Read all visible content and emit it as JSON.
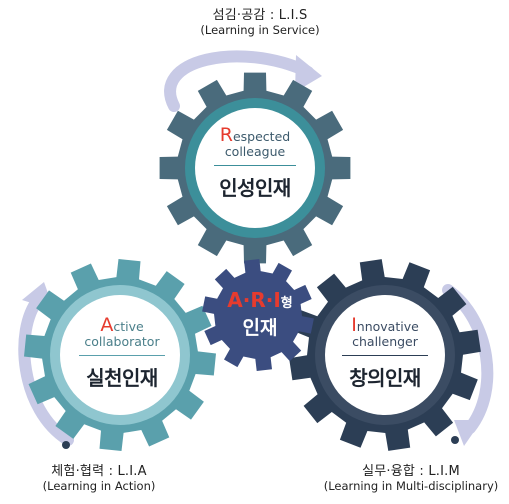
{
  "center": {
    "ari": "A·R·I",
    "hyeong": "형",
    "label": "인재"
  },
  "gears": [
    {
      "key": "respected",
      "cap": "R",
      "line1_rest": "espected",
      "line2": "colleague",
      "korean": "인성인재",
      "top_label": "섬김·공감 : L.I.S",
      "sub_label": "(Learning in Service)"
    },
    {
      "key": "active",
      "cap": "A",
      "line1_rest": "ctive",
      "line2": "collaborator",
      "korean": "실천인재",
      "top_label": "체험·협력 : L.I.A",
      "sub_label": "(Learning in Action)"
    },
    {
      "key": "innovative",
      "cap": "I",
      "line1_rest": "nnovative",
      "line2": "challenger",
      "korean": "창의인재",
      "top_label": "실무·융합 : L.I.M",
      "sub_label": "(Learning in Multi-disciplinary)"
    }
  ],
  "colors": {
    "accent_red": "#e63b2e",
    "gear_top": "#4a6b7c",
    "gear_left": "#5aa0ac",
    "gear_right": "#2c3e55",
    "gear_center": "#3b4d80",
    "arrow": "#c2c4e4"
  },
  "icons": [
    "gear-icon",
    "curved-arrow-icon"
  ]
}
